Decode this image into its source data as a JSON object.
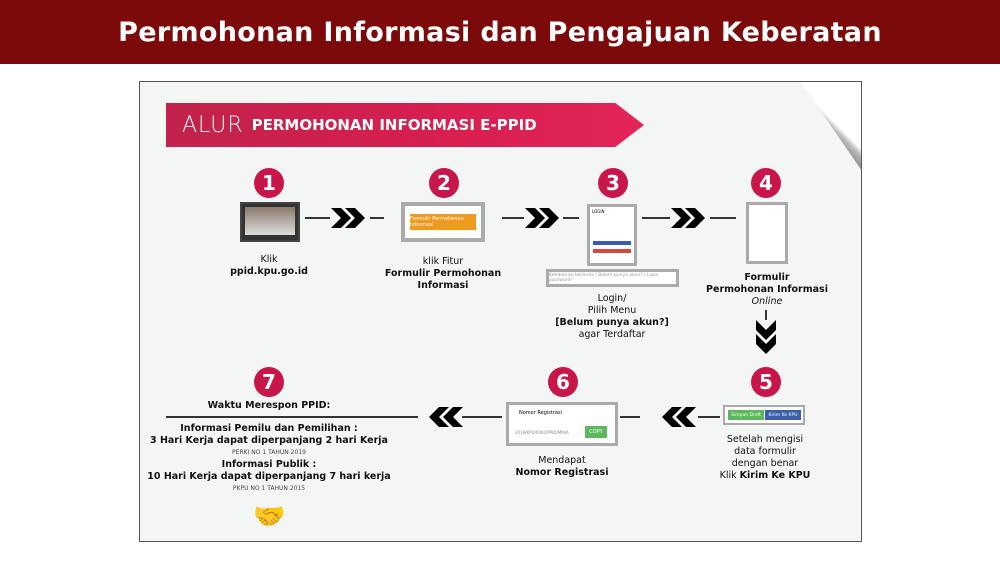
{
  "header": {
    "title": "Permohonan Informasi dan Pengajuan Keberatan"
  },
  "banner": {
    "prefix": "ALUR",
    "title": "PERMOHONAN INFORMASI E-PPID"
  },
  "steps": [
    {
      "number": "1",
      "line1": "Klik",
      "line2": "ppid.kpu.go.id"
    },
    {
      "number": "2",
      "line1": "klik Fitur",
      "line2": "Formulir Permohonan",
      "line3": "Informasi",
      "button": "Formulir Permohonan Informasi"
    },
    {
      "number": "3",
      "line1": "Login/",
      "line2": "Pilih Menu",
      "line3": "[Belum punya akun?]",
      "line4": "agar Terdaftar",
      "links": "Kembali ke beranda | Belum punya akun? | Lupa password?",
      "login_title": "LOGIN"
    },
    {
      "number": "4",
      "line1": "Formulir",
      "line2": "Permohonan Informasi",
      "line3": "Online"
    },
    {
      "number": "5",
      "line1": "Setelah mengisi",
      "line2": "data formulir",
      "line3": "dengan benar",
      "line4_prefix": "Klik ",
      "line4_bold": "Kirim Ke KPU",
      "draft_button": "Simpan Draft",
      "send_button": "Kirim Ke KPU"
    },
    {
      "number": "6",
      "line1": "Mendapat",
      "line2": "Nomor Registrasi",
      "field_label": "Nomor Registrasi",
      "reg_value": "2019/KPU/0000/PPID/MM/A",
      "copy_button": "COPY"
    },
    {
      "number": "7",
      "title": "Waktu Merespon PPID:",
      "pemilu_title": "Informasi Pemilu dan Pemilihan :",
      "pemilu_time": "3 Hari Kerja dapat diperpanjang 2 hari Kerja",
      "pemilu_ref": "PERKI NO 1 TAHUN 2019",
      "publik_title": "Informasi Publik :",
      "publik_time": "10 Hari Kerja dapat diperpanjang 7 hari kerja",
      "publik_ref": "PKPU NO 1 TAHUN 2015"
    }
  ],
  "colors": {
    "header": "#7d0a0a",
    "accent": "#c9164a"
  }
}
